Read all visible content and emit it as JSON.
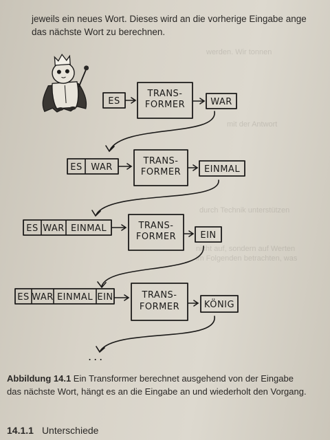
{
  "intro_text": {
    "line1": "jeweils ein neues Wort. Dieses wird an die vorherige Eingabe ange",
    "line2": "das nächste Wort zu berechnen."
  },
  "diagram": {
    "transformer_label": [
      "TRANS-",
      "FORMER"
    ],
    "steps": [
      {
        "inputs": [
          "ES"
        ],
        "output": "WAR"
      },
      {
        "inputs": [
          "ES",
          "WAR"
        ],
        "output": "EINMAL"
      },
      {
        "inputs": [
          "ES",
          "WAR",
          "EINMAL"
        ],
        "output": "EIN"
      },
      {
        "inputs": [
          "ES",
          "WAR",
          "EINMAL",
          "EIN"
        ],
        "output": "KÖNIG"
      }
    ],
    "continuation": "..."
  },
  "caption": {
    "label": "Abbildung 14.1",
    "line1": "Ein Transformer berechnet ausgehend von der Eingabe",
    "line2": "das nächste Wort, hängt es an die Eingabe an und wiederholt den Vorgang."
  },
  "next_section": {
    "number": "14.1.1",
    "title": "Unterschiede"
  }
}
